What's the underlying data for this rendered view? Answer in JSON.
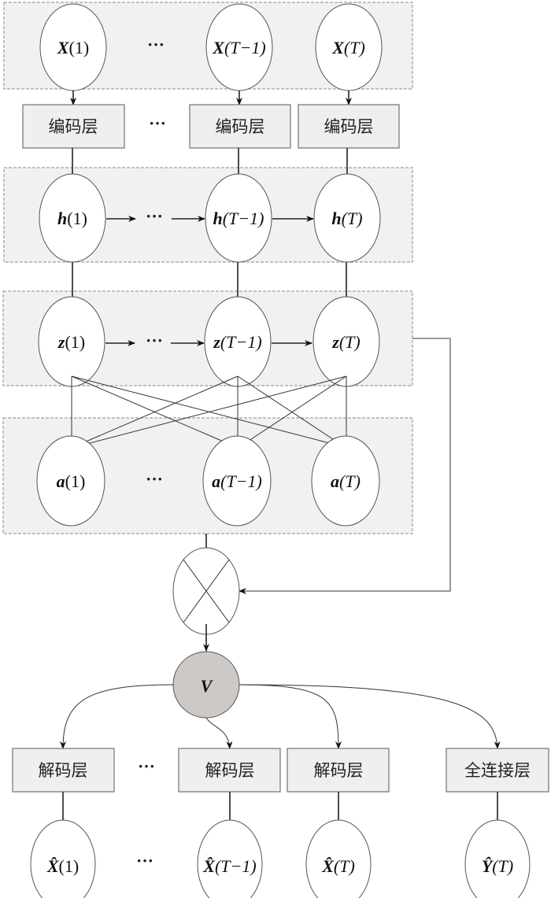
{
  "diagram": {
    "inputs": [
      {
        "var": "X",
        "idx": "(1)"
      },
      {
        "var": "X",
        "idx": "(T−1)"
      },
      {
        "var": "X",
        "idx": "(T)"
      }
    ],
    "encoder_label": "编码层",
    "hidden": [
      {
        "var": "h",
        "idx": "(1)"
      },
      {
        "var": "h",
        "idx": "(T−1)"
      },
      {
        "var": "h",
        "idx": "(T)"
      }
    ],
    "latent": [
      {
        "var": "z",
        "idx": "(1)"
      },
      {
        "var": "z",
        "idx": "(T−1)"
      },
      {
        "var": "z",
        "idx": "(T)"
      }
    ],
    "attention": [
      {
        "var": "a",
        "idx": "(1)"
      },
      {
        "var": "a",
        "idx": "(T−1)"
      },
      {
        "var": "a",
        "idx": "(T)"
      }
    ],
    "multiply_symbol": "⊗",
    "context_var": "V",
    "decoder_label": "解码层",
    "fc_label": "全连接层",
    "outputs": [
      {
        "var": "X̂",
        "idx": "(1)"
      },
      {
        "var": "X̂",
        "idx": "(T−1)"
      },
      {
        "var": "X̂",
        "idx": "(T)"
      },
      {
        "var": "Ŷ",
        "idx": "(T)"
      }
    ],
    "ellipsis": "···"
  }
}
